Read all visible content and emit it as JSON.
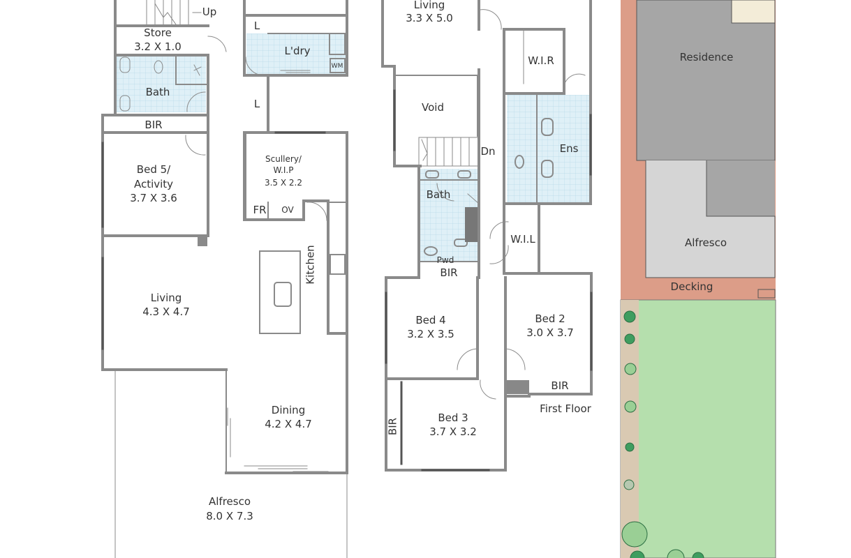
{
  "ground_floor": {
    "up": "Up",
    "store": {
      "name": "Store",
      "size": "3.2 X 1.0"
    },
    "bath": {
      "name": "Bath"
    },
    "laundry": {
      "name": "L'dry",
      "linen_1": "L",
      "linen_2": "L",
      "wm": "WM"
    },
    "bir": "BIR",
    "bed5": {
      "name_1": "Bed 5/",
      "name_2": "Activity",
      "size": "3.7 X 3.6"
    },
    "scullery": {
      "name_1": "Scullery/",
      "name_2": "W.I.P",
      "size": "3.5 X 2.2"
    },
    "fridge": "FR",
    "oven": "OV",
    "kitchen": "Kitchen",
    "living": {
      "name": "Living",
      "size": "4.3 X 4.7"
    },
    "dining": {
      "name": "Dining",
      "size": "4.2 X 4.7"
    },
    "alfresco": {
      "name": "Alfresco",
      "size": "8.0 X 7.3"
    }
  },
  "first_floor": {
    "title": "First Floor",
    "living": {
      "name": "Living",
      "size": "3.3 X 5.0"
    },
    "wir": "W.I.R",
    "void": "Void",
    "dn": "Dn",
    "ens": "Ens",
    "bath": "Bath",
    "pwd": "Pwd",
    "wil": "W.I.L",
    "bir_1": "BIR",
    "bed4": {
      "name": "Bed 4",
      "size": "3.2 X 3.5"
    },
    "bed2": {
      "name": "Bed 2",
      "size": "3.0 X 3.7"
    },
    "bir_2": "BIR",
    "bed3": {
      "name": "Bed 3",
      "size": "3.7 X 3.2"
    },
    "bir_3": "BIR"
  },
  "site_plan": {
    "residence": "Residence",
    "alfresco": "Alfresco",
    "decking": "Decking"
  },
  "colors": {
    "wall": "#8a8a8a",
    "tile": "#dff0f7",
    "tile_grid": "#b7d9e8",
    "residence": "#a6a6a6",
    "alfresco_site": "#d5d5d5",
    "boundary": "#dc9d88",
    "lawn": "#b5dfad",
    "shrub": "#3f9d5f"
  }
}
